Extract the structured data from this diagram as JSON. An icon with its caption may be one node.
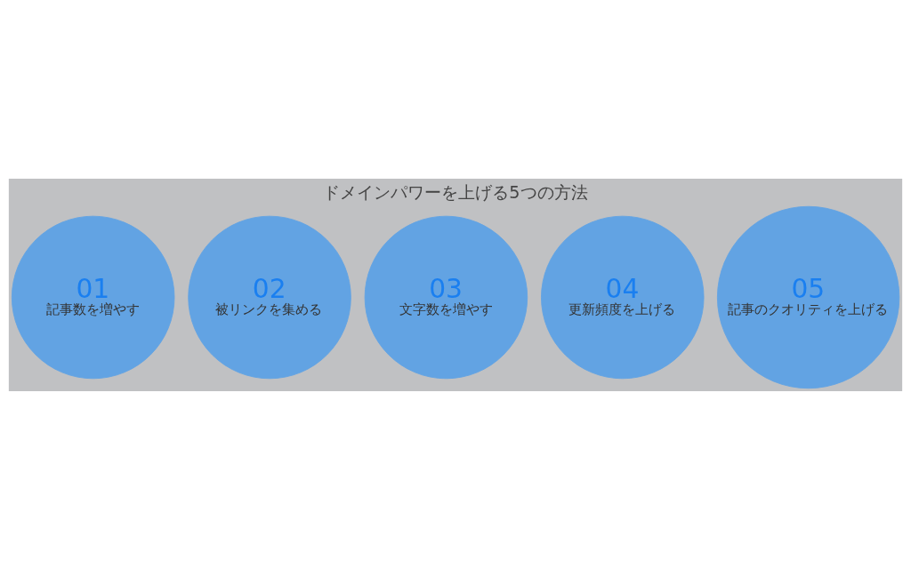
{
  "diagram": {
    "title": "ドメインパワーを上げる5つの方法",
    "nodes": [
      {
        "text": [
          "01",
          "記事数を増やす"
        ]
      },
      {
        "text": [
          "02",
          "被リンクを集める"
        ]
      },
      {
        "text": [
          "03",
          "文字数を増やす"
        ]
      },
      {
        "text": [
          "04",
          "更新頻度を上げる"
        ]
      },
      {
        "text": [
          "05",
          "記事のクオリティを上げる"
        ]
      }
    ],
    "edges": []
  }
}
